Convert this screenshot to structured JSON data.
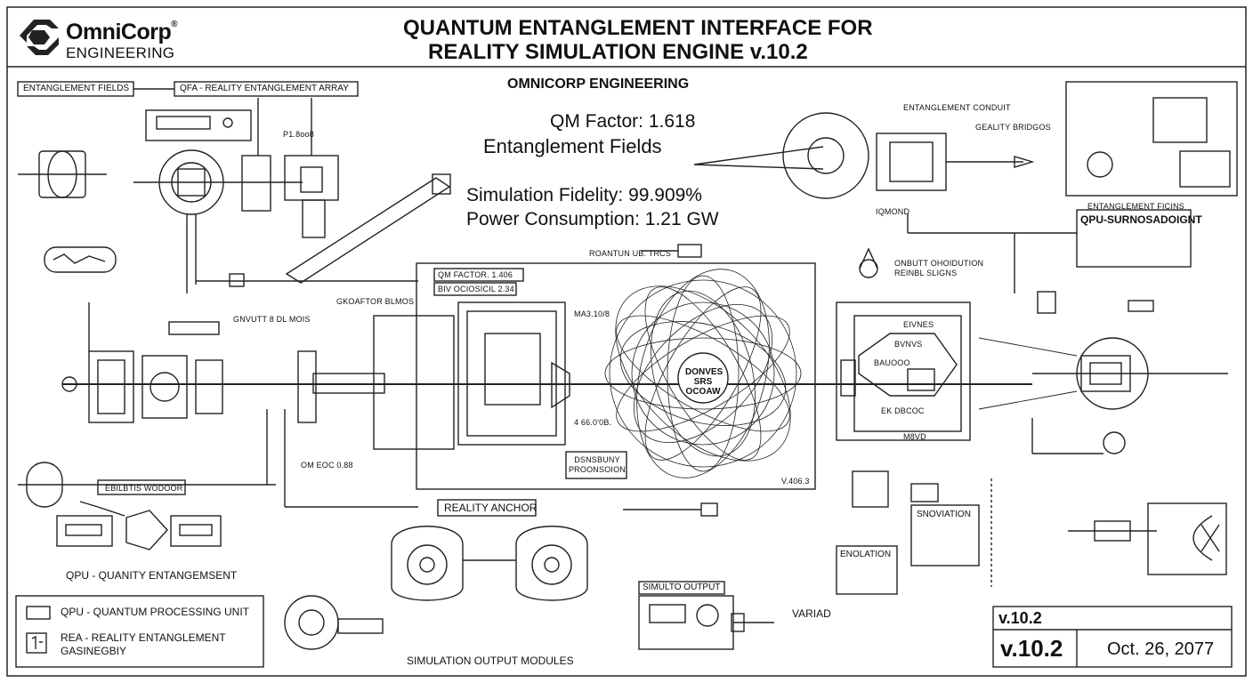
{
  "logo": {
    "name": "OmniCorp",
    "mark": "®",
    "sub": "ENGINEERING"
  },
  "title": {
    "line1": "QUANTUM ENTANGLEMENT INTERFACE FOR",
    "line2": "REALITY SIMULATION ENGINE v.10.2"
  },
  "company": "OMNICORP ENGINEERING",
  "specs": {
    "qm_factor": "QM Factor: 1.618",
    "entanglement_fields": "Entanglement Fields",
    "fidelity": "Simulation Fidelity: 99.909%",
    "power": "Power Consumption: 1.21 GW"
  },
  "labels": {
    "entanglement_fields": "ENTANGLEMENT FIELDS",
    "qfa_array": "QFA - REALITY ENTANGLEMENT ARRAY",
    "entanglement_conduit": "ENTANGLEMENT CONDUIT",
    "geality_bridgos": "GEALITY BRIDGOS",
    "entanglement_ficins": "ENTANGLEMENT FICINS",
    "qpu_surnosadoignt": "QPU-SURNOSADOIGNT",
    "roantun": "ROANTUN UB. TRCS",
    "reality_anchor": "REALITY ANCHOR",
    "simulto_output": "SIMULTO OUTPUT",
    "simulation_output_modules": "SIMULATION OUTPUT MODULES",
    "qpu_quanity": "QPU - QUANITY ENTANGEMSENT",
    "enolation": "ENOLATION",
    "snoviation": "SNOVIATION",
    "variad": "VARIAD",
    "core_line1": "DONVES",
    "core_line2": "SRS",
    "core_line3": "OCOAW",
    "mid_v406": "V.406.3",
    "dsnsbuny": "DSNSBUNY",
    "ptocnsoion": "PROONSOION",
    "qm_factor_small": "QM FACTOR. 1.406",
    "biv_ocio": "BIV OCIOSICIL 2.34",
    "gkoaftor": "GKOAFTOR BLMOS",
    "gnvutt": "GNVUTT 8 DL MOIS",
    "ma_3106": "MA3.10/8",
    "v4660b": "4 66.0'0B.",
    "om_eoc": "OM EOC 0.88",
    "ebilbtis": "EBILBTIS WODOOR",
    "onbutt": "ONBUTT OHOIDUTION",
    "reinbl": "REINBL SLIGNS",
    "eivnes": "EIVNES",
    "bvnvs": "BVNVS",
    "bauooo": "BAUOOO",
    "ekd": "EK DBCOC",
    "m8vd": "M8VD",
    "iqmond": "IQMOND",
    "p1": "P1.8oo8"
  },
  "legend": {
    "qpu": "QPU - QUANTUM PROCESSING UNIT",
    "rea_line1": "REA - REALITY ENTANGLEMENT",
    "rea_line2": "GASINEGBIY"
  },
  "version_box": {
    "top": "v.10.2",
    "version": "v.10.2",
    "date": "Oct. 26, 2077"
  }
}
